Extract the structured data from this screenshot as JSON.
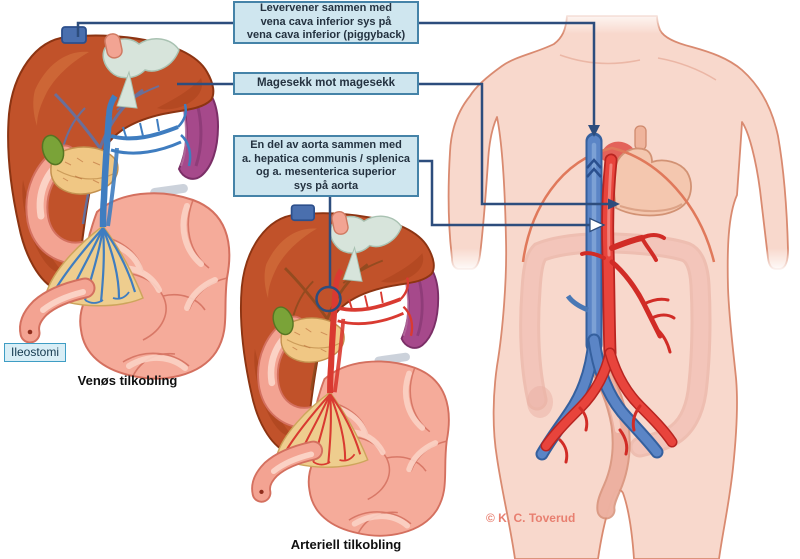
{
  "figure": {
    "callouts": [
      {
        "id": "hepatic-vein-anastomosis",
        "lines": [
          "Levervener sammen med",
          "vena cava inferior sys på",
          "vena cava inferior (piggyback)"
        ]
      },
      {
        "id": "stomach-anastomosis",
        "lines": [
          "Magesekk mot magesekk"
        ]
      },
      {
        "id": "aortic-anastomosis",
        "lines": [
          "En del av aorta sammen med",
          "a. hepatica communis / splenica",
          "og a. mesenterica superior",
          "sys på aorta"
        ]
      }
    ],
    "tag_ileostomy": "Ileostomi",
    "captions": {
      "venous": "Venøs tilkobling",
      "arterial": "Arteriell tilkobling"
    },
    "credit": "© K. C. Toverud",
    "colors": {
      "callout_fill": "#cfe6ef",
      "callout_border": "#4583a8",
      "connector_navy": "#2d4d7d",
      "vein_blue": "#3f7dc0",
      "artery_red": "#d93a31",
      "skin": "#f8d8cc",
      "skin_outline": "#d98a70",
      "liver_orange": "#c1522a",
      "spleen_purple": "#a6498b",
      "gallbladder_green": "#7aa338",
      "pancreas_tan": "#f0c784",
      "intestine_salmon": "#f5ab9a",
      "mesentery_tan": "#eecd8e",
      "stomach_pink": "#f6bdab",
      "graft_outline_orange": "#e0795b",
      "tag_fill": "#d9eef6",
      "tag_border": "#3e9dc4",
      "credit_color": "#e87f70"
    }
  }
}
